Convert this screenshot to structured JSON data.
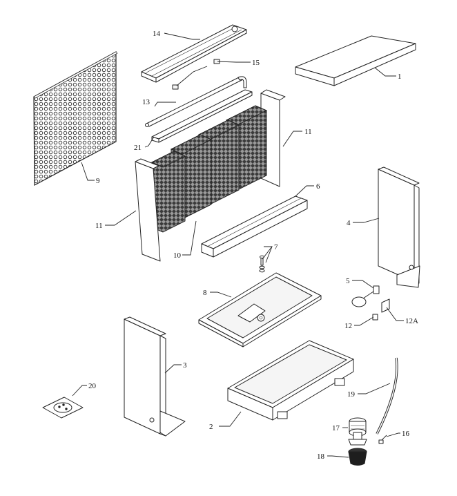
{
  "diagram": {
    "type": "exploded-parts-view",
    "callouts": [
      {
        "id": "1",
        "label": "1"
      },
      {
        "id": "2",
        "label": "2"
      },
      {
        "id": "3",
        "label": "3"
      },
      {
        "id": "4",
        "label": "4"
      },
      {
        "id": "5",
        "label": "5"
      },
      {
        "id": "6",
        "label": "6"
      },
      {
        "id": "7",
        "label": "7"
      },
      {
        "id": "8",
        "label": "8"
      },
      {
        "id": "9",
        "label": "9"
      },
      {
        "id": "10",
        "label": "10"
      },
      {
        "id": "11a",
        "label": "11"
      },
      {
        "id": "11b",
        "label": "11"
      },
      {
        "id": "12",
        "label": "12"
      },
      {
        "id": "12a",
        "label": "12A"
      },
      {
        "id": "13",
        "label": "13"
      },
      {
        "id": "14",
        "label": "14"
      },
      {
        "id": "15",
        "label": "15"
      },
      {
        "id": "16",
        "label": "16"
      },
      {
        "id": "17",
        "label": "17"
      },
      {
        "id": "18",
        "label": "18"
      },
      {
        "id": "19",
        "label": "19"
      },
      {
        "id": "20",
        "label": "20"
      },
      {
        "id": "21",
        "label": "21"
      }
    ]
  }
}
